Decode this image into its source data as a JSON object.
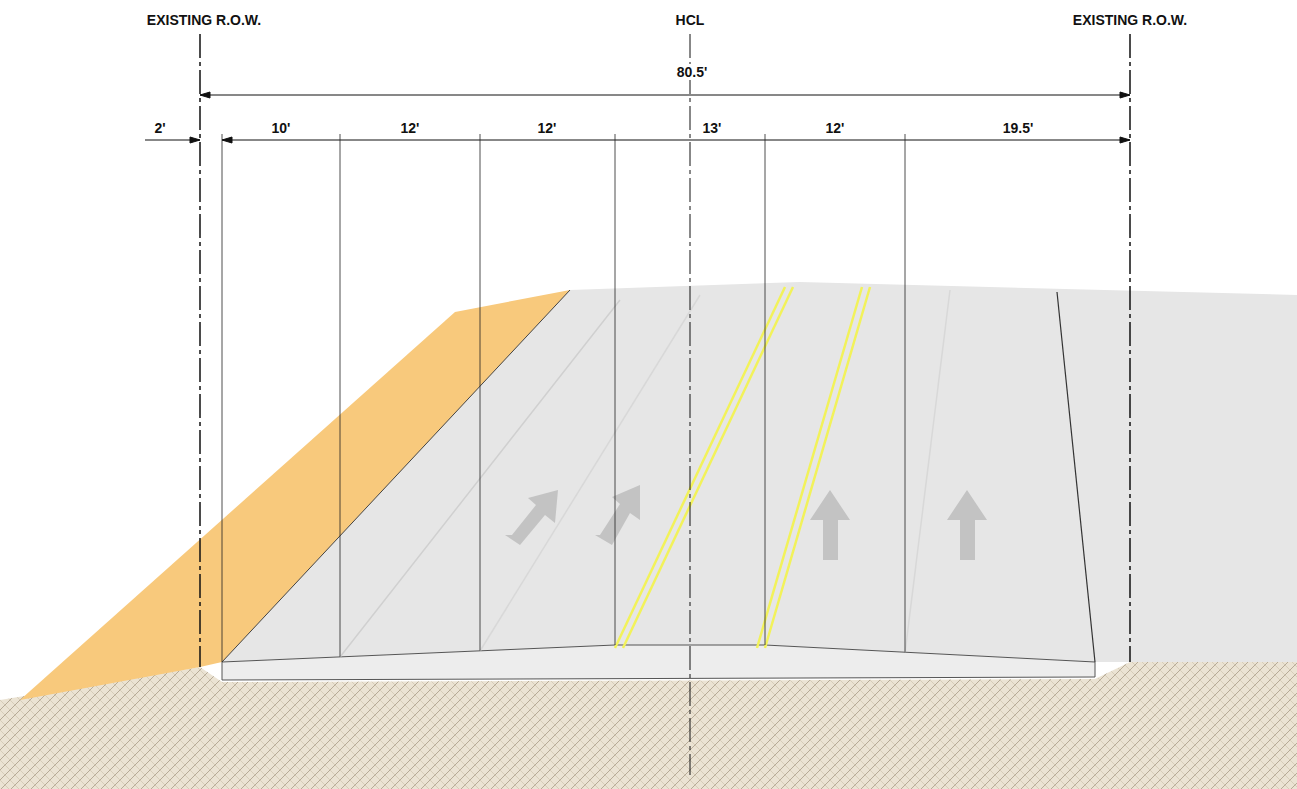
{
  "diagram": {
    "labels": [
      "EXISTING R.O.W.",
      "HCL",
      "EXISTING R.O.W.",
      "80.5'",
      "2'",
      "10'",
      "12'",
      "12'",
      "13'",
      "12'",
      "19.5'"
    ]
  }
}
